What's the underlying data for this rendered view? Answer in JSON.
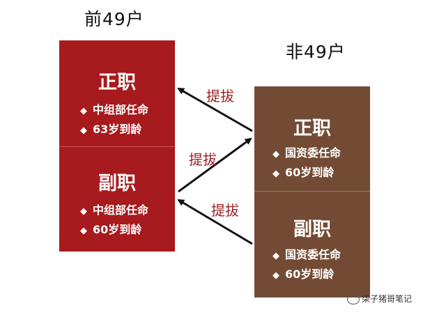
{
  "left_group": {
    "title": "前49户",
    "upper": {
      "heading": "正职",
      "items": [
        "中组部任命",
        "63岁到龄"
      ]
    },
    "lower": {
      "heading": "副职",
      "items": [
        "中组部任命",
        "60岁到龄"
      ]
    }
  },
  "right_group": {
    "title": "非49户",
    "upper": {
      "heading": "正职",
      "items": [
        "国资委任命",
        "60岁到龄"
      ]
    },
    "lower": {
      "heading": "副职",
      "items": [
        "国资委任命",
        "60岁到龄"
      ]
    }
  },
  "arrows": {
    "top_label": "提拔",
    "middle_label": "提拔",
    "bottom_label": "提拔"
  },
  "colors": {
    "left_box": "#a71a1d",
    "right_box": "#734b34",
    "label": "#9b1f23"
  },
  "watermark": {
    "icon": "wechat-icon",
    "text": "柒子猪哥笔记"
  }
}
